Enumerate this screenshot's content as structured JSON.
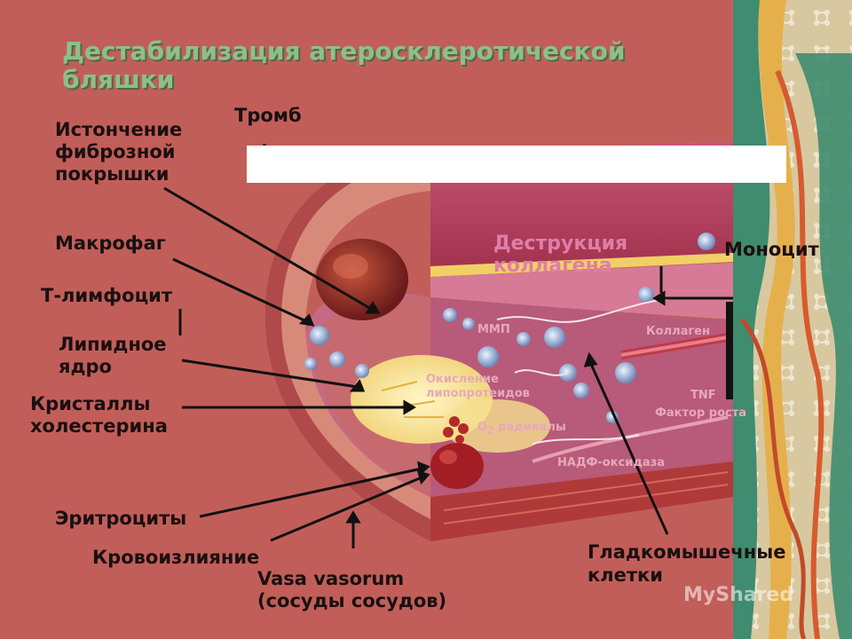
{
  "title": "Дестабилизация атеросклеротической бляшки",
  "labels": {
    "thrombus": "Тромб",
    "fibrous_cap_line1": "Истончение",
    "fibrous_cap_line2": "фиброзной",
    "fibrous_cap_line3": "покрышки",
    "macrophage": "Макрофаг",
    "t_lymphocyte": "Т-лимфоцит",
    "lipid_core_line1": "Липидное",
    "lipid_core_line2": "ядро",
    "cholesterol_line1": "Кристаллы",
    "cholesterol_line2": "холестерина",
    "erythrocytes": "Эритроциты",
    "hemorrhage": "Кровоизлияние",
    "vasa_line1": "Vasa vasorum",
    "vasa_line2": "(сосуды сосудов)",
    "smooth_muscle_line1": "Гладкомышечные",
    "smooth_muscle_line2": "клетки",
    "monocyte": "Моноцит",
    "collagen_destruction_line1": "Деструкция",
    "collagen_destruction_line2": "коллагена"
  },
  "inner_labels": {
    "mmp": "ММП",
    "collagen": "Коллаген",
    "oxidation_line1": "Окисление",
    "oxidation_line2": "липопротеидов",
    "radicals": "O",
    "radicals_sub": "2",
    "radicals_rest": " радикалы",
    "tnf": "TNF",
    "growth_line1": "Фактор роста",
    "nadph": "НАДФ-оксидаза"
  },
  "watermark": "MyShared",
  "colors": {
    "slide_bg": "#c25e59",
    "title": "#8fbe8c",
    "label_text": "#1a1010",
    "inner_label": "#e7a9b8"
  }
}
